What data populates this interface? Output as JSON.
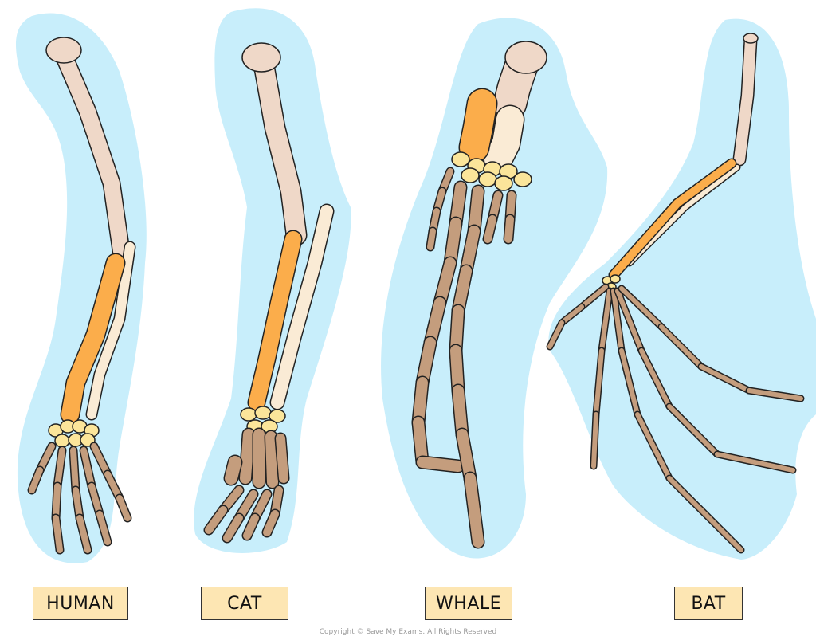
{
  "labels": {
    "human": "HUMAN",
    "cat": "CAT",
    "whale": "WHALE",
    "bat": "BAT"
  },
  "copyright": "Copyright © Save My Exams. All Rights Reserved",
  "colors": {
    "background_blob": "#c8eefb",
    "humerus": "#efd8c8",
    "radius": "#fbad4b",
    "ulna": "#faebd5",
    "carpals": "#fbe59a",
    "phalanges": "#c49d7d",
    "outline": "#222222"
  }
}
